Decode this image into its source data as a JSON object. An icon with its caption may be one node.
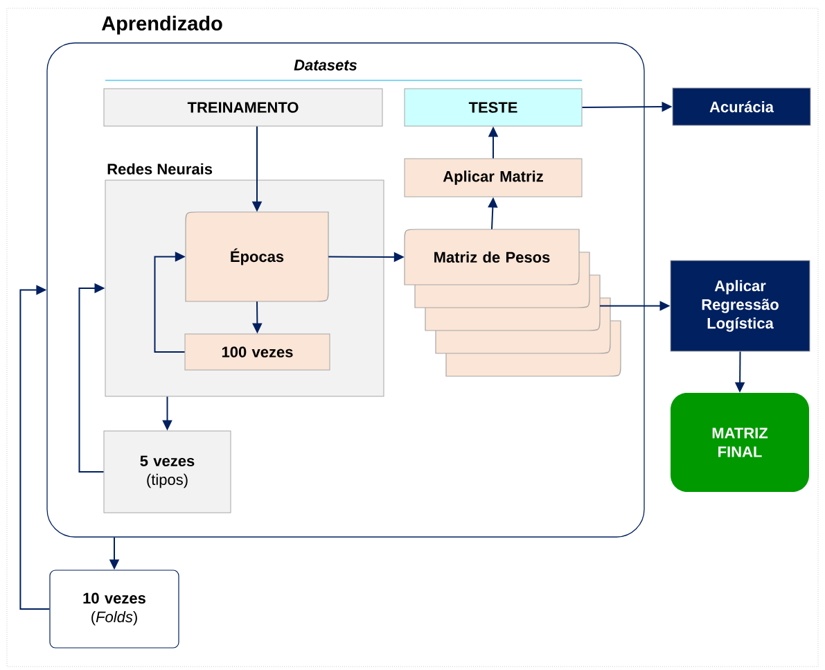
{
  "diagram": {
    "nodes": [
      {
        "text": [
          "Aprendizado"
        ]
      },
      {
        "text": [
          "TREINAMENTO"
        ],
        "in": 0
      },
      {
        "text": [
          "TESTE"
        ],
        "in": 0
      },
      {
        "text": [
          "Redes Neurais"
        ],
        "in": 0
      },
      {
        "text": [
          "Épocas"
        ],
        "in": 3
      },
      {
        "text": [
          "100 vezes"
        ],
        "in": 3
      },
      {
        "text": [
          "Aplicar Matriz"
        ],
        "in": 0
      },
      {
        "text": [
          "Matriz de Pesos"
        ],
        "in": 0
      },
      {
        "text": [
          "5 vezes",
          "(tipos)"
        ],
        "in": 0
      },
      {
        "text": [
          "Acurácia"
        ]
      },
      {
        "text": [
          "Aplicar Regressão Logística"
        ]
      },
      {
        "text": [
          "MATRIZ FINAL"
        ]
      },
      {
        "text": [
          "10 vezes",
          "(*Folds*)"
        ]
      }
    ],
    "edges": [
      {
        "from": 1,
        "to": 4,
        "arrow": "to"
      },
      {
        "from": 4,
        "to": 5,
        "arrow": "to"
      },
      {
        "from": 5,
        "to": 4,
        "arrow": "to"
      },
      {
        "from": 4,
        "to": 7,
        "arrow": "to"
      },
      {
        "from": 7,
        "to": 6,
        "arrow": "to"
      },
      {
        "from": 6,
        "to": 2,
        "arrow": "to"
      },
      {
        "from": 2,
        "to": 9,
        "arrow": "to"
      },
      {
        "from": 7,
        "to": 10,
        "arrow": "to"
      },
      {
        "from": 10,
        "to": 11,
        "arrow": "to"
      },
      {
        "from": 3,
        "to": 8,
        "arrow": "to"
      },
      {
        "from": 8,
        "to": 3,
        "arrow": "to"
      },
      {
        "from": 0,
        "to": 12,
        "arrow": "to"
      },
      {
        "from": 12,
        "to": 0,
        "arrow": "to"
      }
    ],
    "labels": [
      "Datasets"
    ]
  }
}
